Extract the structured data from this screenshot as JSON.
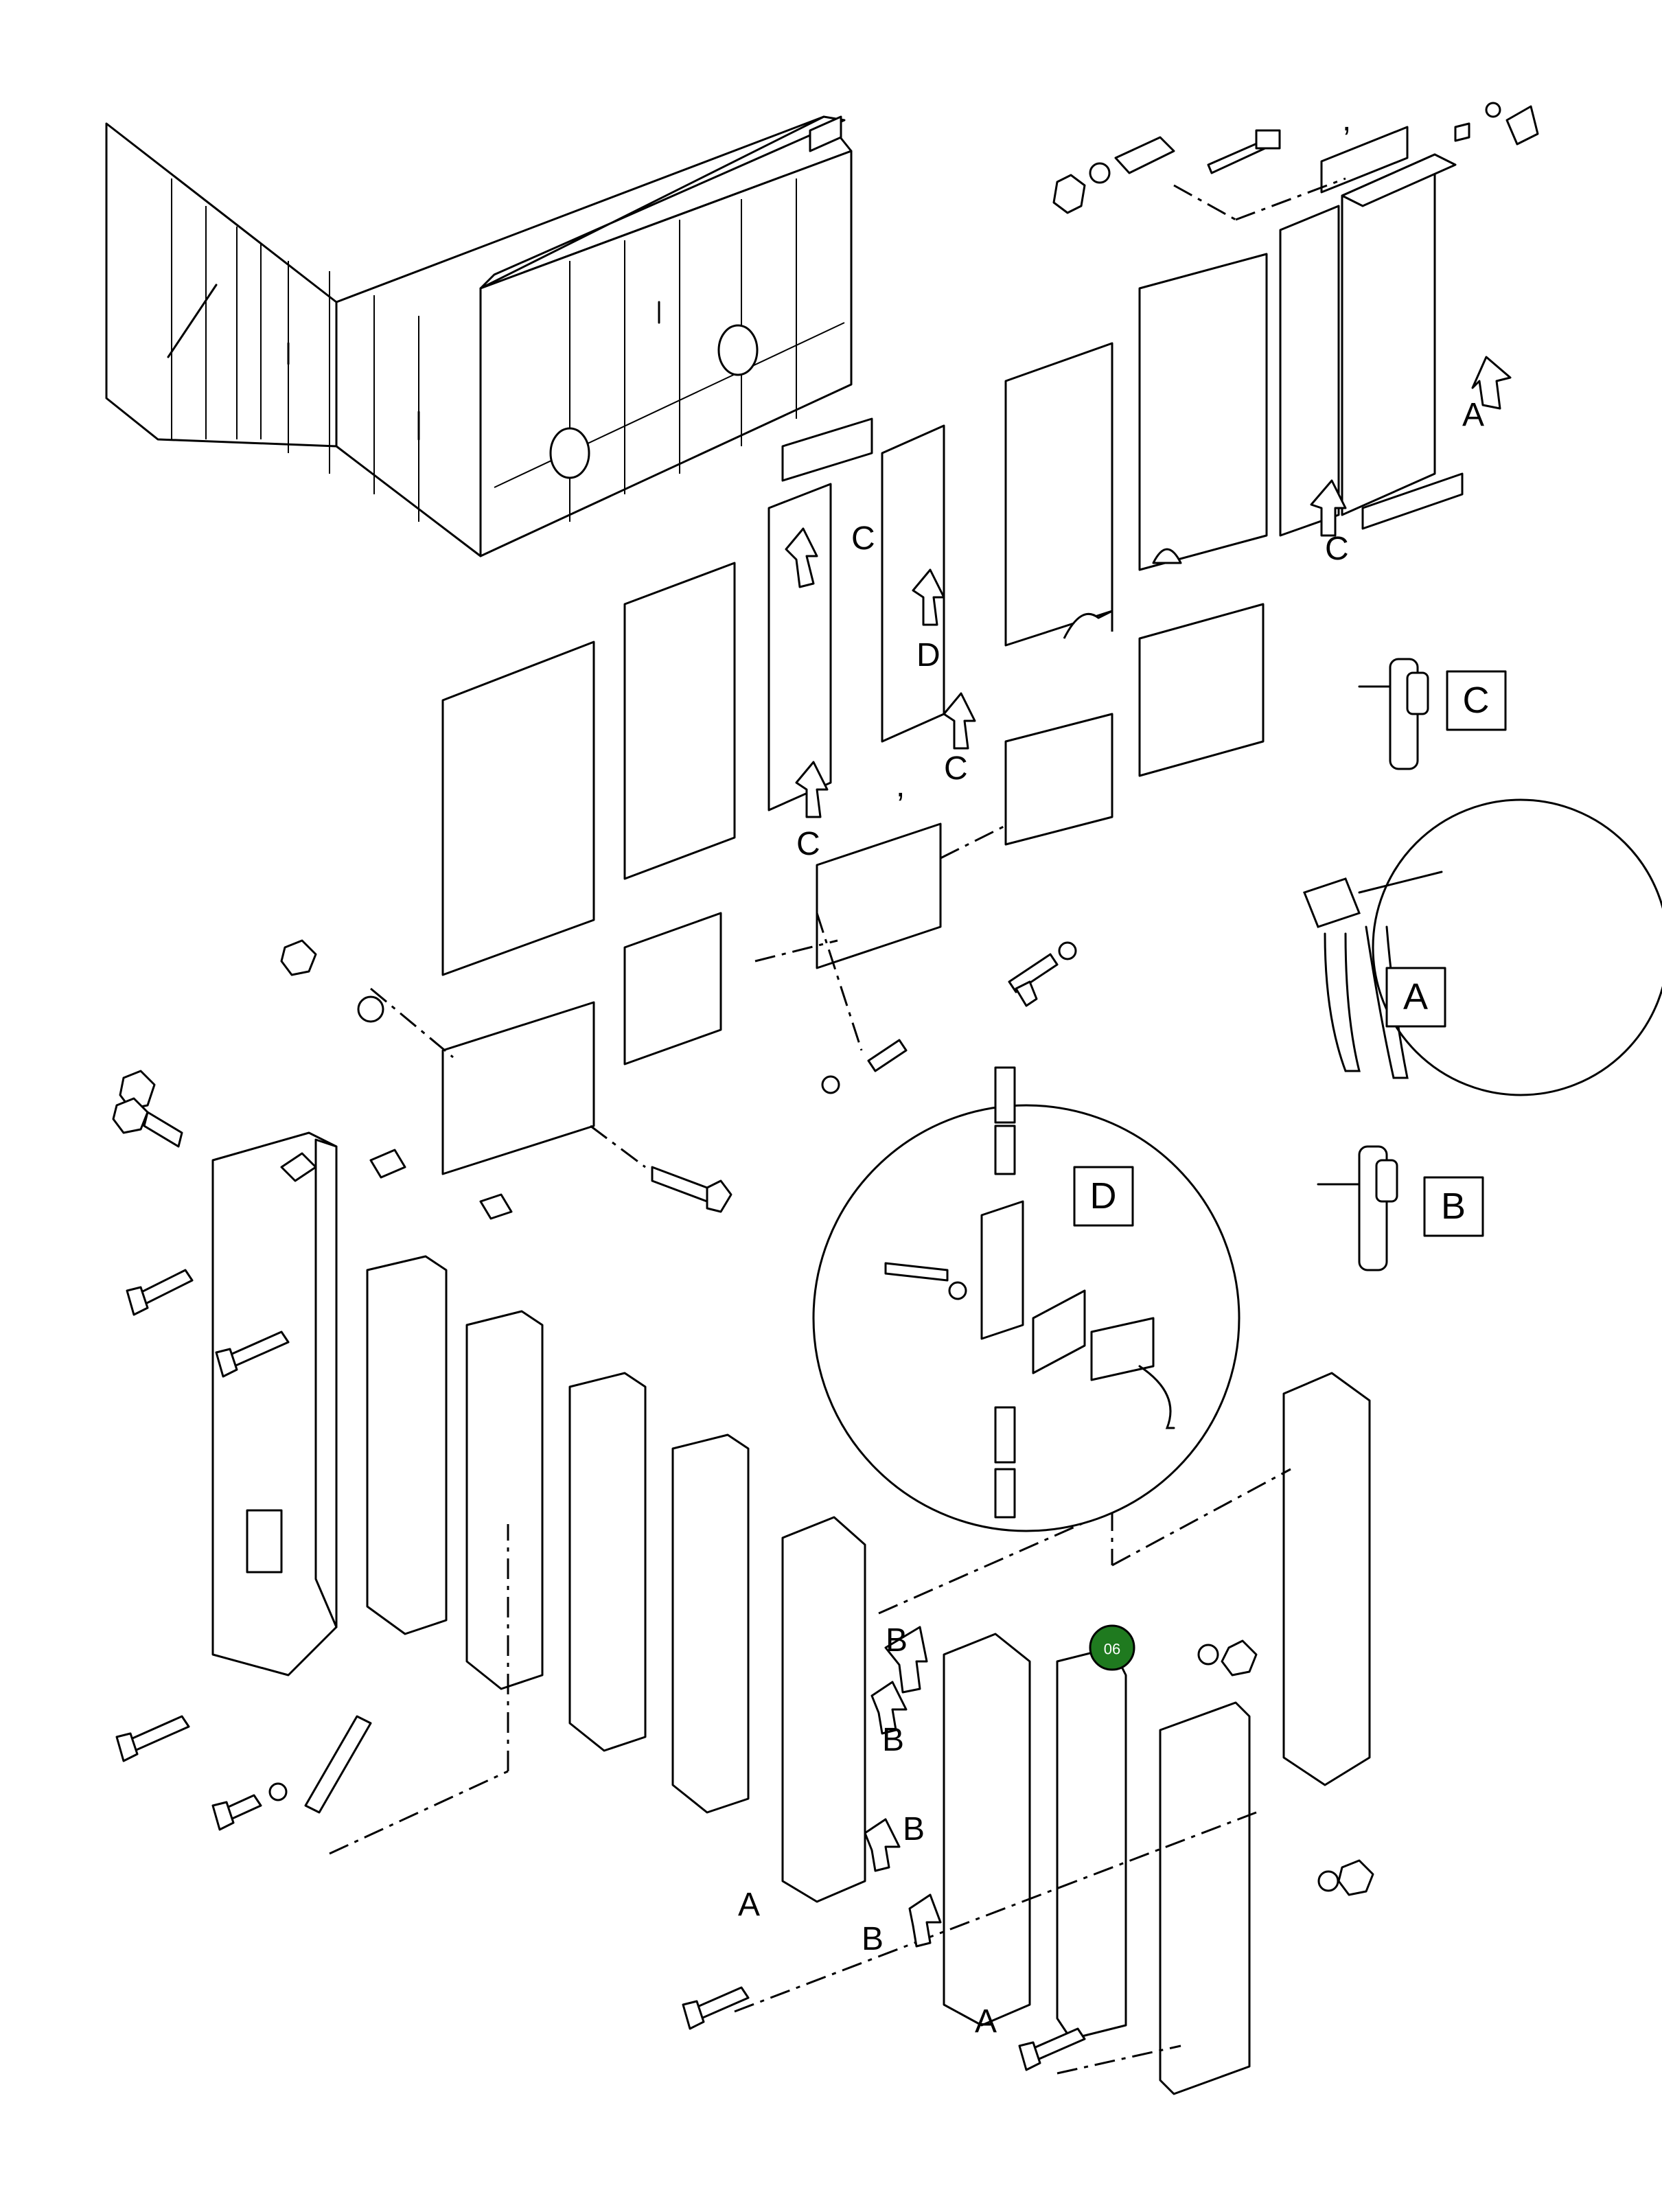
{
  "callouts": {
    "a": "A",
    "b": "B",
    "c": "C",
    "d": "D"
  },
  "detail_boxes": {
    "a": "A",
    "b": "B",
    "c": "C",
    "d": "D"
  },
  "marker": {
    "label": "06",
    "color": "#1f7a1f"
  },
  "stray_marks": {
    "comma": ","
  }
}
